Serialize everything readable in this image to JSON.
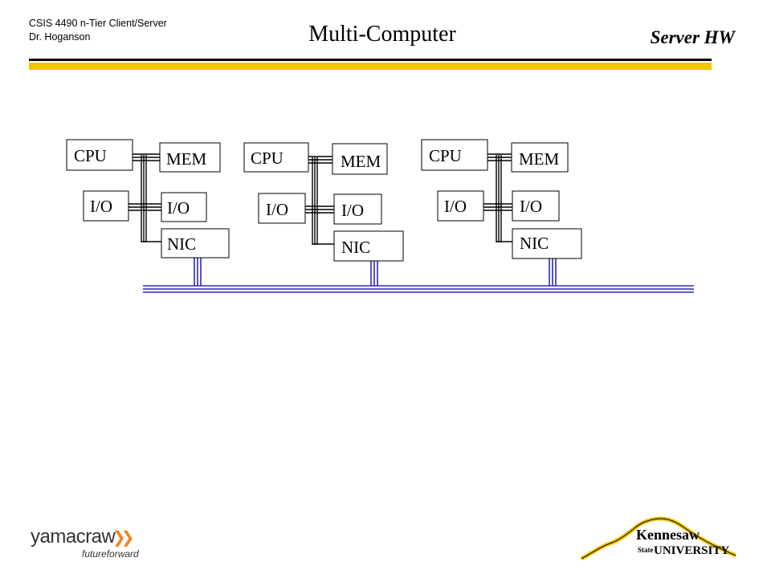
{
  "header": {
    "course_line": "CSIS 4490 n-Tier Client/Server",
    "instructor_line": "Dr. Hoganson",
    "title": "Multi-Computer",
    "section": "Server HW"
  },
  "colors": {
    "accent_gold": "#f1c400",
    "bus_blue": "#2b2bb8",
    "logo_orange": "#f58220"
  },
  "diagram": {
    "nodes": [
      {
        "cpu": "CPU",
        "mem": "MEM",
        "io_left": "I/O",
        "io_right": "I/O",
        "nic": "NIC"
      },
      {
        "cpu": "CPU",
        "mem": "MEM",
        "io_left": "I/O",
        "io_right": "I/O",
        "nic": "NIC"
      },
      {
        "cpu": "CPU",
        "mem": "MEM",
        "io_left": "I/O",
        "io_right": "I/O",
        "nic": "NIC"
      }
    ]
  },
  "footer": {
    "left_logo": {
      "brand": "yamacraw",
      "tagline": "futureforward",
      "icon": "double-chevron-icon"
    },
    "right_logo": {
      "line1": "Kennesaw",
      "line2_small": "State",
      "line2": "UNIVERSITY",
      "icon": "mountain-outline-icon"
    }
  }
}
